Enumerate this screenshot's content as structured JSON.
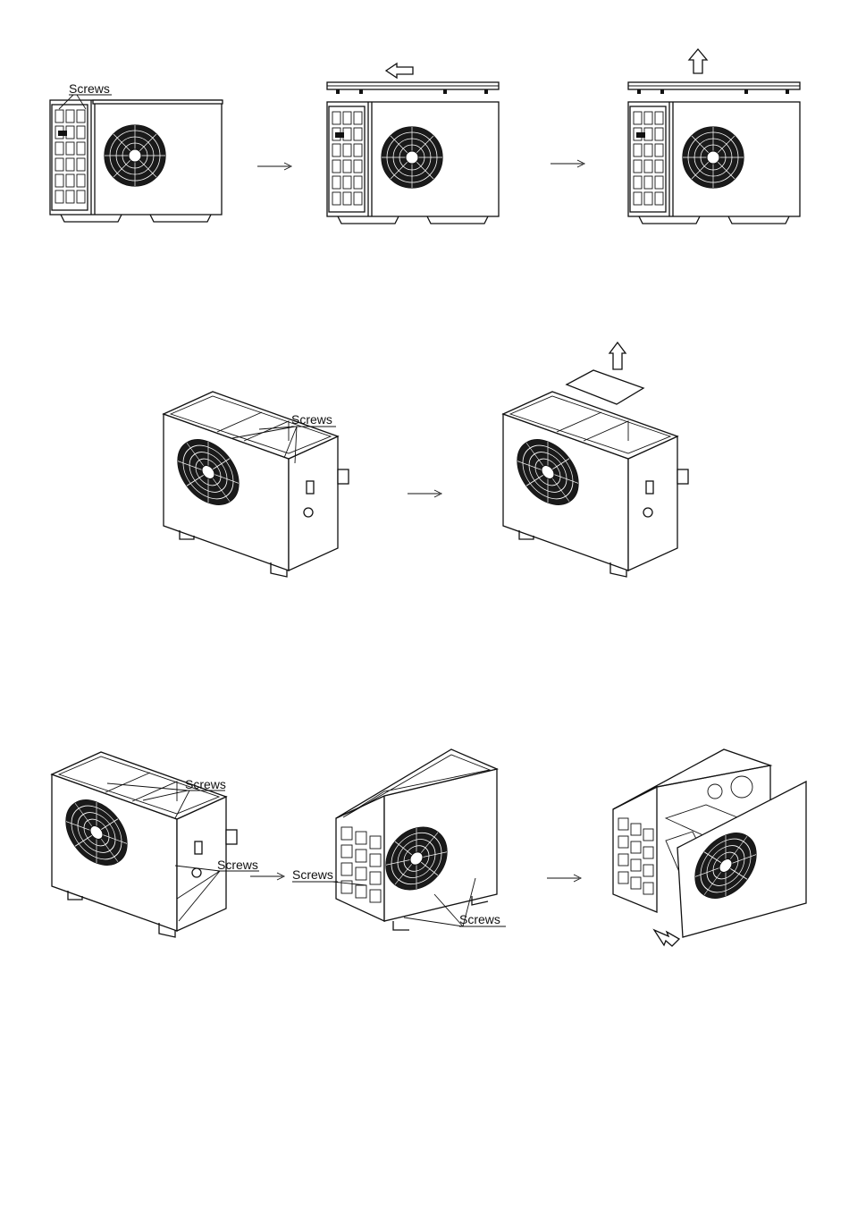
{
  "labels": {
    "screws": "Screws"
  },
  "steps": [
    {
      "id": "row1",
      "description_labels": [
        "Screws"
      ]
    },
    {
      "id": "row2",
      "description_labels": [
        "Screws"
      ]
    },
    {
      "id": "row3",
      "description_labels": [
        "Screws",
        "Screws",
        "Screws",
        "Screws"
      ]
    }
  ],
  "colors": {
    "ink": "#111111",
    "paper": "#ffffff"
  },
  "icons": [
    "flow-arrow-icon",
    "hollow-arrow-left-icon",
    "hollow-arrow-up-icon",
    "hollow-arrow-down-right-icon",
    "fan-grille-icon"
  ]
}
